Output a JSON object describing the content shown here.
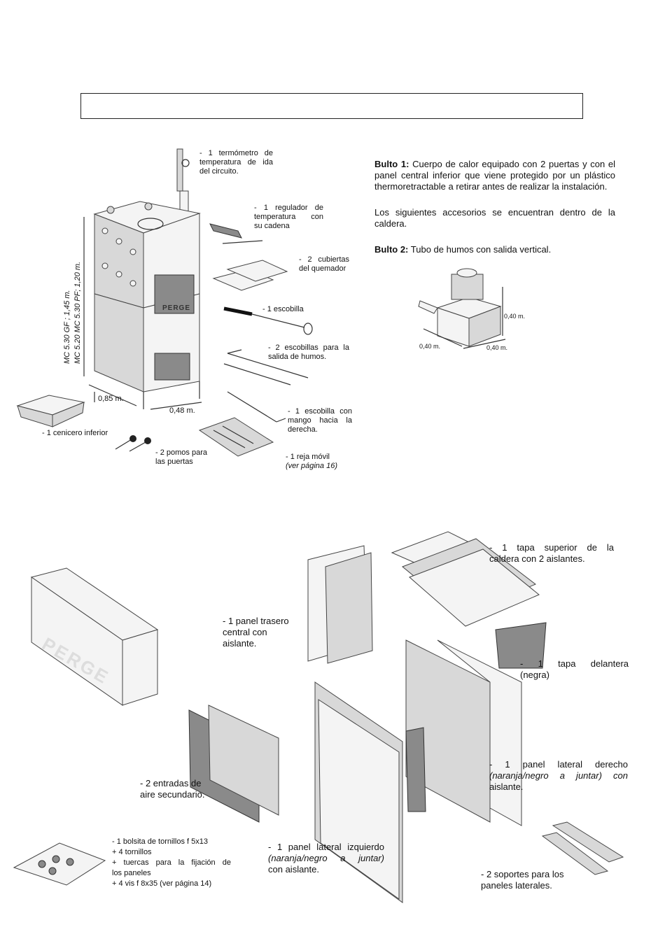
{
  "header": {
    "title_box": ""
  },
  "labels": {
    "thermometer": [
      "- 1 termómetro de",
      "temperatura de ida",
      "del circuito."
    ],
    "regulator": [
      "- 1 regulador de",
      "temperatura con",
      "su cadena"
    ],
    "burner_covers": [
      "- 2 cubiertas",
      "del quemador"
    ],
    "brush": "- 1 escobilla",
    "flue_brushes": [
      "- 2 escobillas para la",
      "salida de humos."
    ],
    "right_brush": [
      "- 1 escobilla con",
      "mango hacia la",
      "derecha."
    ],
    "ash_tray": "- 1 cenicero inferior",
    "knobs": [
      "- 2 pomos para",
      "las puertas"
    ],
    "grate": [
      "- 1 reja móvil",
      "(ver página 16)"
    ],
    "dim_height_total": "MC 5.30 GF ; 1,45 m.",
    "dim_height_low": "MC 5.20 MC 5.30 PF; 1,20 m.",
    "dim_depth": "0,85 m.",
    "dim_width": "0,48 m.",
    "brand": "PERGE"
  },
  "bulto1": {
    "title": "Bulto 1:",
    "text": "Cuerpo de calor equipado con 2 puertas y con el panel central inferior que viene protegido por un plástico thermoretractable a retirar antes de realizar la instalación.",
    "text2": "Los siguientes accesorios se encuentran dentro de la caldera."
  },
  "bulto2": {
    "title": "Bulto 2:",
    "text": "Tubo de humos con salida vertical.",
    "dim_h": "0,40 m.",
    "dim_l": "0,40 m.",
    "dim_r": "0,40 m."
  },
  "panels": {
    "top_cover": [
      "- 1 tapa superior de la",
      "caldera con 2 aislantes."
    ],
    "rear_panel": [
      "- 1 panel trasero",
      "central con",
      "aislante."
    ],
    "front_cover": [
      "- 1 tapa delantera",
      "(negra)"
    ],
    "air_inlets": [
      "- 2 entradas de",
      "aire secundario."
    ],
    "right_panel": [
      "- 1 panel lateral derecho",
      "(naranja/negro a juntar) con",
      "aislante."
    ],
    "left_panel": [
      "- 1 panel lateral izquierdo",
      "(naranja/negro a juntar)",
      "con aislante."
    ],
    "screws": [
      "- 1 bolsita de tornillos f 5x13",
      "+ 4 tornillos",
      "+ tuercas para la fijación de",
      "los paneles",
      "+ 4 vis f 8x35 (ver página 14)"
    ],
    "supports": [
      "- 2 soportes para los",
      "paneles laterales."
    ],
    "box_brand": "PERGE"
  },
  "colors": {
    "ink": "#111111",
    "panel_dark": "#8a8a8a",
    "panel_light": "#d8d8d8"
  }
}
